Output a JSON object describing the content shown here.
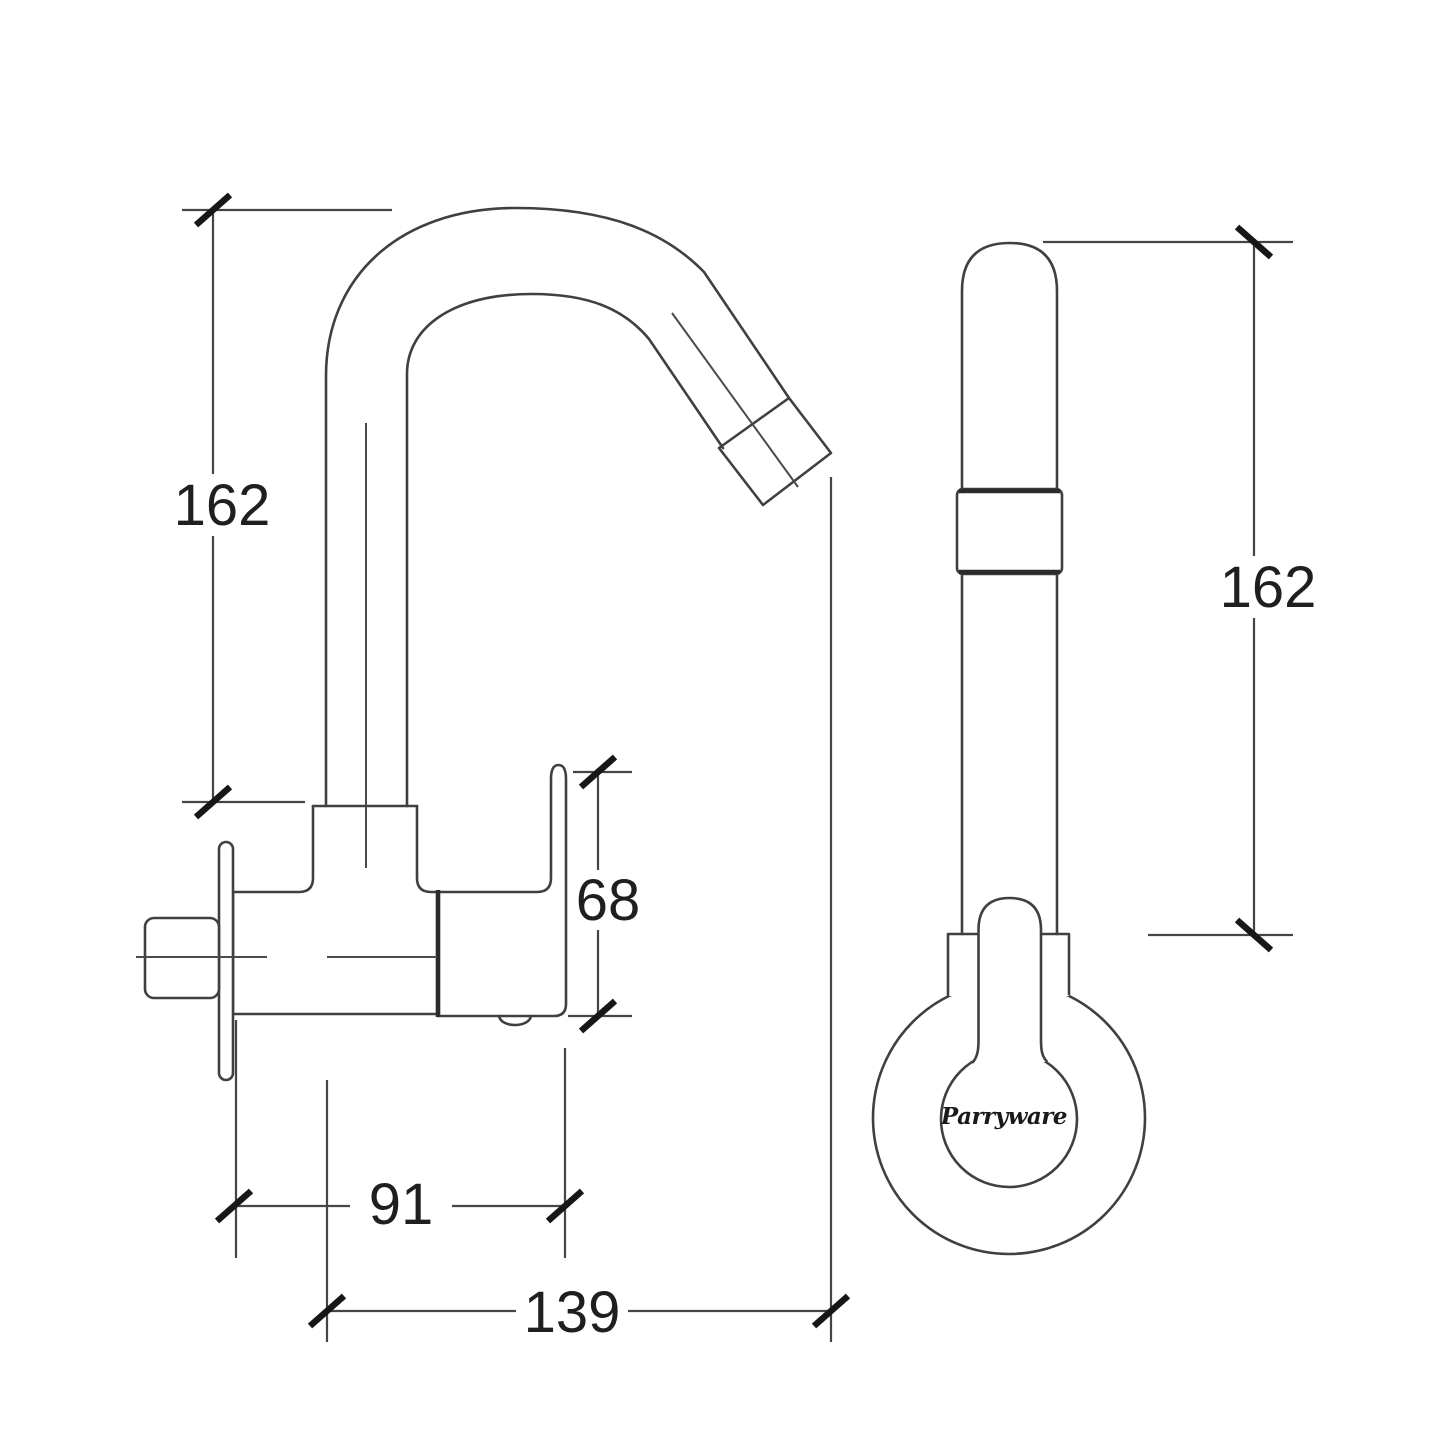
{
  "drawing": {
    "background_color": "#ffffff",
    "line_color": "#404040",
    "text_color": "#1f1f1f",
    "front_view": {
      "dim_spout_height": "162",
      "dim_body_height": "68",
      "dim_wall_to_handle": "91",
      "dim_wall_to_spout_tip": "139"
    },
    "side_view": {
      "dim_spout_height": "162",
      "brand": "Parryware"
    }
  }
}
